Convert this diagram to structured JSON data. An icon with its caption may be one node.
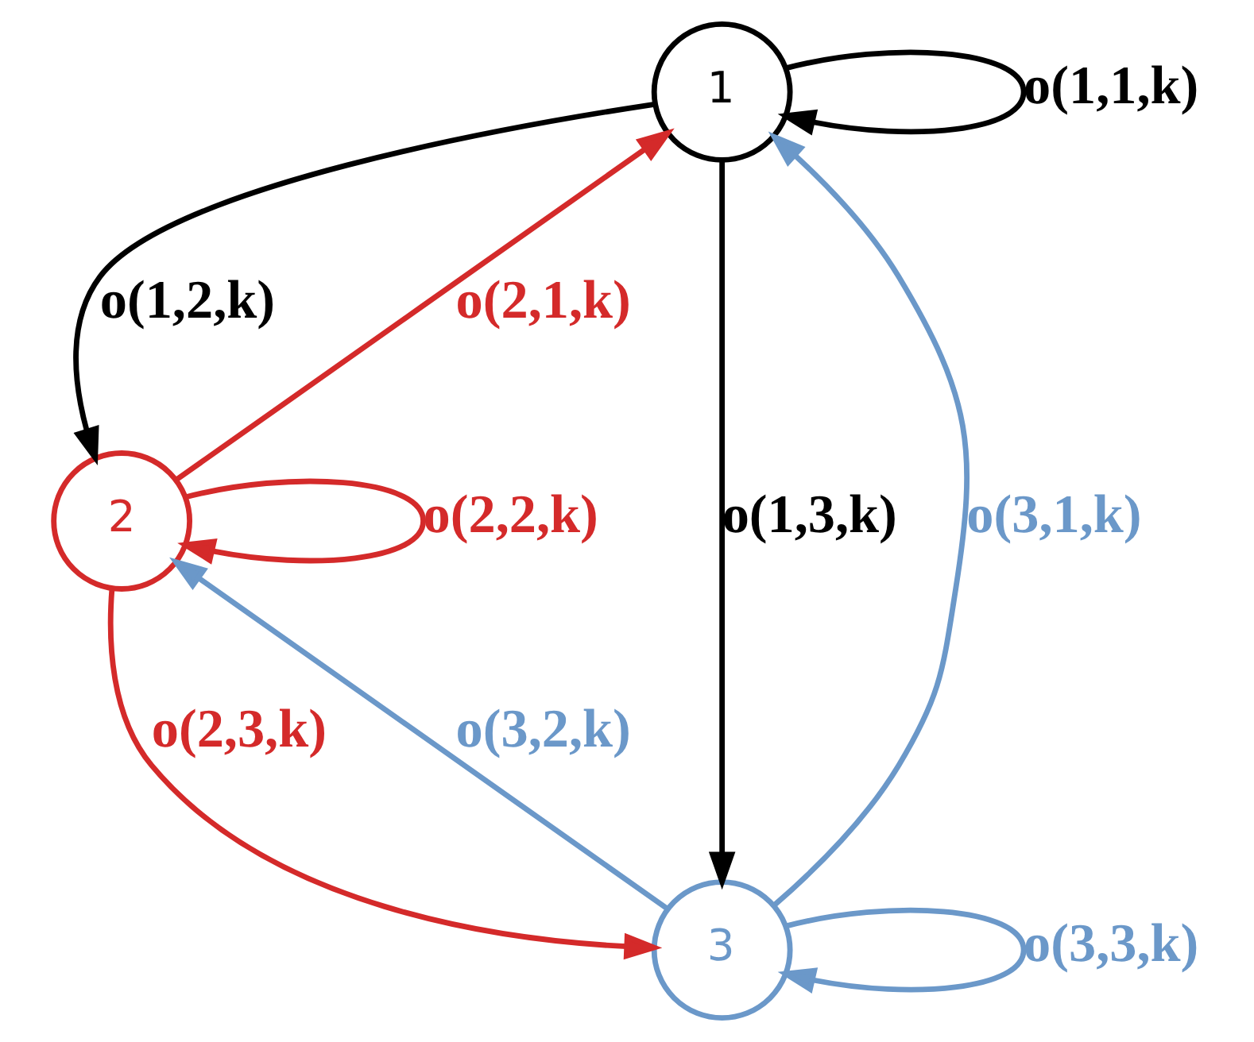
{
  "diagram": {
    "nodes": [
      {
        "text": [
          "1"
        ]
      },
      {
        "text": [
          "2"
        ]
      },
      {
        "text": [
          "3"
        ]
      }
    ],
    "edges": [
      {
        "from": 0,
        "to": 0,
        "arrow": "to",
        "label": "o(1,1,k)"
      },
      {
        "from": 0,
        "to": 1,
        "arrow": "to",
        "label": "o(1,2,k)"
      },
      {
        "from": 1,
        "to": 0,
        "arrow": "to",
        "label": "o(2,1,k)",
        "color": "#d42a2a"
      },
      {
        "from": 1,
        "to": 1,
        "arrow": "to",
        "label": "o(2,2,k)",
        "color": "#d42a2a"
      },
      {
        "from": 0,
        "to": 2,
        "arrow": "to",
        "label": "o(1,3,k)"
      },
      {
        "from": 2,
        "to": 1,
        "arrow": "to",
        "label": "o(3,2,k)",
        "color": "#6b98c9"
      },
      {
        "from": 1,
        "to": 2,
        "arrow": "to",
        "label": "o(2,3,k)",
        "color": "#d42a2a"
      },
      {
        "from": 2,
        "to": 0,
        "arrow": "to",
        "label": "o(3,1,k)",
        "color": "#6b98c9"
      },
      {
        "from": 2,
        "to": 2,
        "arrow": "to",
        "label": "o(3,3,k)",
        "color": "#6b98c9"
      }
    ]
  }
}
